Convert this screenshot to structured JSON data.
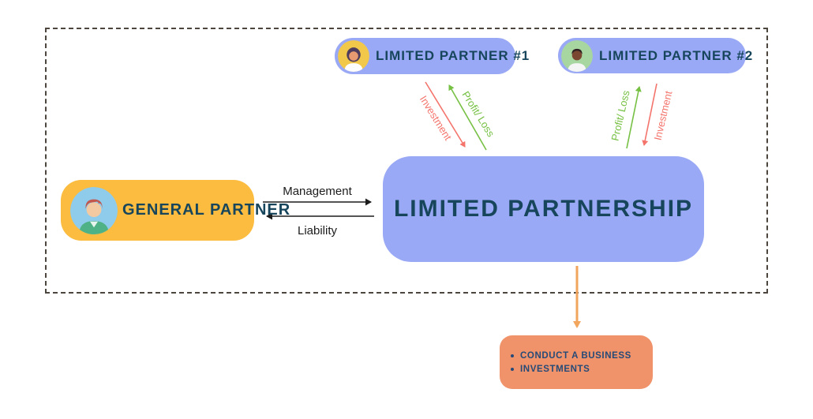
{
  "diagram": {
    "nodes": {
      "limited_partner_1": {
        "label": "LIMITED PARTNER #1",
        "fill": "#9aa9f5",
        "avatar_icon": "woman-avatar-icon"
      },
      "limited_partner_2": {
        "label": "LIMITED PARTNER #2",
        "fill": "#9aa9f5",
        "avatar_icon": "man-avatar-icon"
      },
      "general_partner": {
        "label": "GENERAL PARTNER",
        "fill": "#fbbc3f",
        "avatar_icon": "man-avatar-icon"
      },
      "limited_partnership": {
        "label": "LIMITED PARTNERSHIP",
        "fill": "#9aa9f5"
      },
      "purpose": {
        "items": [
          "CONDUCT A BUSINESS",
          "INVESTMENTS"
        ],
        "fill": "#f0936a"
      }
    },
    "edges": {
      "management": {
        "label": "Management",
        "color": "#1c1c1c"
      },
      "liability": {
        "label": "Liability",
        "color": "#1c1c1c"
      },
      "lp1_investment": {
        "label": "Investment",
        "color": "#f4746c"
      },
      "lp1_profit_loss": {
        "label": "Profit/ Loss",
        "color": "#76c043"
      },
      "lp2_profit_loss": {
        "label": "Profit/ Loss",
        "color": "#76c043"
      },
      "lp2_investment": {
        "label": "Investment",
        "color": "#f4746c"
      },
      "purpose_link": {
        "label": "",
        "color": "#f2a55c"
      }
    },
    "frame": {
      "border_style": "dashed",
      "border_color": "#4c463e"
    },
    "text_colors": {
      "badge_text": "#16455c",
      "purpose_text": "#264a77"
    }
  }
}
